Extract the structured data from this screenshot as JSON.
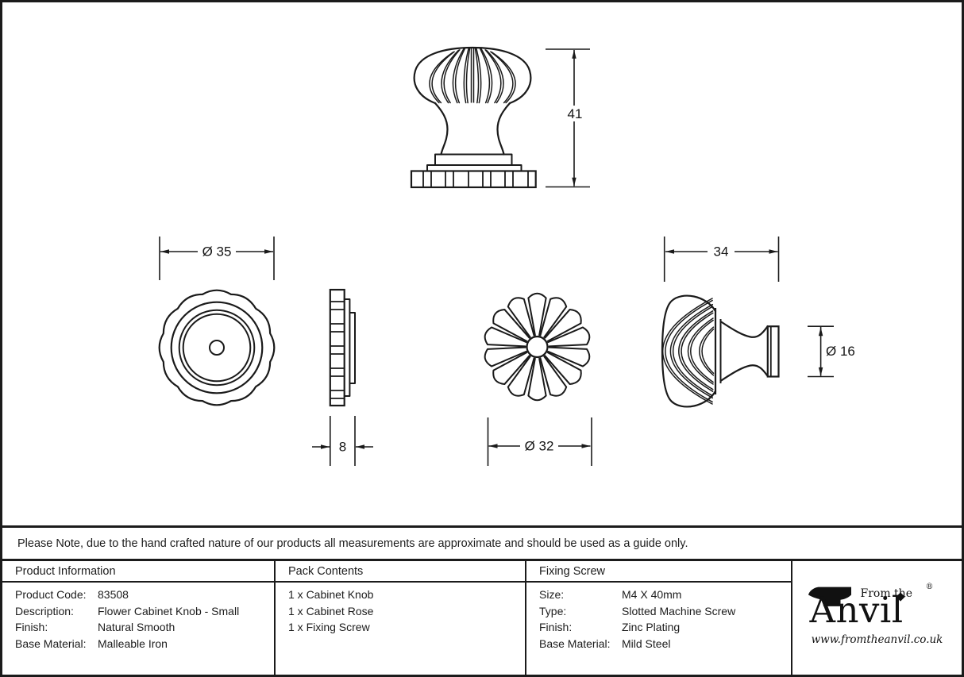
{
  "note": "Please Note, due to the hand crafted nature of our products all measurements are approximate and should be used as a guide only.",
  "product_information": {
    "header": "Product Information",
    "rows": [
      {
        "label": "Product Code:",
        "value": "83508"
      },
      {
        "label": "Description:",
        "value": "Flower Cabinet Knob - Small"
      },
      {
        "label": "Finish:",
        "value": "Natural Smooth"
      },
      {
        "label": "Base Material:",
        "value": "Malleable Iron"
      }
    ]
  },
  "pack_contents": {
    "header": "Pack Contents",
    "items": [
      "1 x Cabinet Knob",
      "1 x Cabinet Rose",
      "1 x Fixing Screw"
    ]
  },
  "fixing_screw": {
    "header": "Fixing Screw",
    "rows": [
      {
        "label": "Size:",
        "value": "M4 X 40mm"
      },
      {
        "label": "Type:",
        "value": "Slotted Machine Screw"
      },
      {
        "label": "Finish:",
        "value": "Zinc Plating"
      },
      {
        "label": "Base Material:",
        "value": "Mild Steel"
      }
    ]
  },
  "dimensions": {
    "knob_height": "41",
    "rose_diameter": "Ø 35",
    "rose_depth": "8",
    "knob_face_diameter": "Ø 32",
    "knob_depth": "34",
    "base_diameter": "Ø 16"
  },
  "logo": {
    "tagline": "From the",
    "brand": "Anvil",
    "registered": "®",
    "url": "www.fromtheanvil.co.uk",
    "icon": "anvil-icon"
  },
  "colors": {
    "line": "#1a1a1a",
    "background": "#ffffff",
    "border": "#1b1b1b"
  }
}
